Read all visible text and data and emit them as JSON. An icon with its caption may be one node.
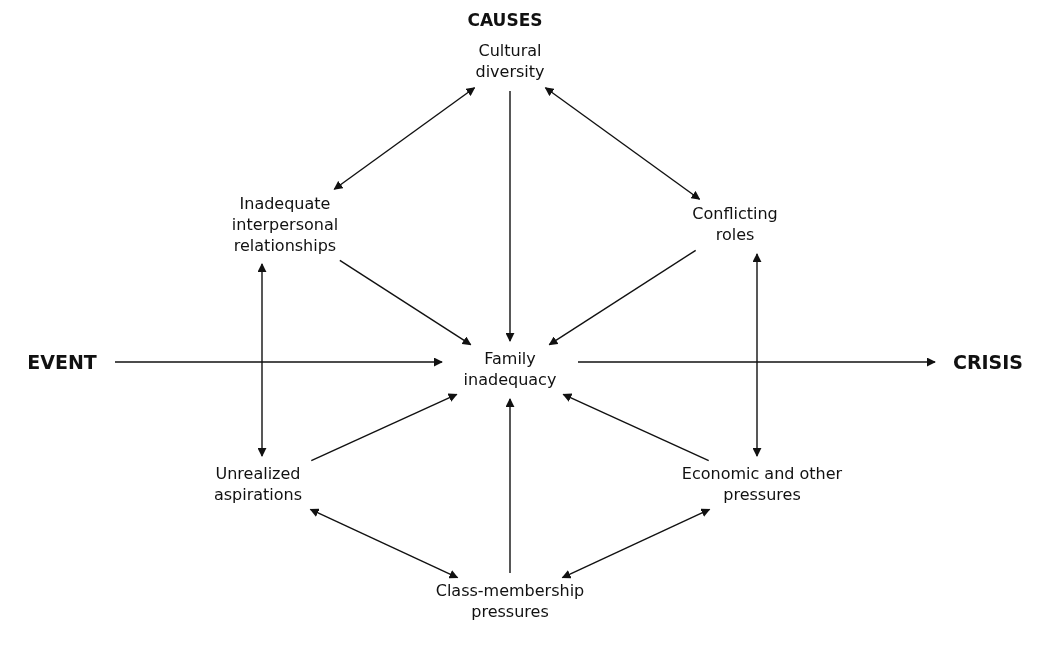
{
  "diagram": {
    "nodes": [
      {
        "text": [
          "Cultural diversity"
        ]
      },
      {
        "text": [
          "Inadequate interpersonal relationships"
        ]
      },
      {
        "text": [
          "Conflicting roles"
        ]
      },
      {
        "text": [
          "EVENT"
        ]
      },
      {
        "text": [
          "Family inadequacy"
        ]
      },
      {
        "text": [
          "CRISIS"
        ]
      },
      {
        "text": [
          "Unrealized aspirations"
        ]
      },
      {
        "text": [
          "Economic and other pressures"
        ]
      },
      {
        "text": [
          "Class-membership pressures"
        ]
      }
    ],
    "edges": [
      {
        "from": 0,
        "to": 1,
        "arrow": "both"
      },
      {
        "from": 0,
        "to": 2,
        "arrow": "both"
      },
      {
        "from": 0,
        "to": 4,
        "arrow": "to"
      },
      {
        "from": 1,
        "to": 4,
        "arrow": "to"
      },
      {
        "from": 2,
        "to": 4,
        "arrow": "to"
      },
      {
        "from": 3,
        "to": 4,
        "arrow": "to"
      },
      {
        "from": 4,
        "to": 5,
        "arrow": "to"
      },
      {
        "from": 1,
        "to": 6,
        "arrow": "both"
      },
      {
        "from": 7,
        "to": 2,
        "arrow": "both"
      },
      {
        "from": 6,
        "to": 4,
        "arrow": "to"
      },
      {
        "from": 7,
        "to": 4,
        "arrow": "to"
      },
      {
        "from": 8,
        "to": 4,
        "arrow": "to"
      },
      {
        "from": 6,
        "to": 8,
        "arrow": "both"
      },
      {
        "from": 8,
        "to": 7,
        "arrow": "both"
      }
    ],
    "labels": [
      "CAUSES"
    ]
  }
}
